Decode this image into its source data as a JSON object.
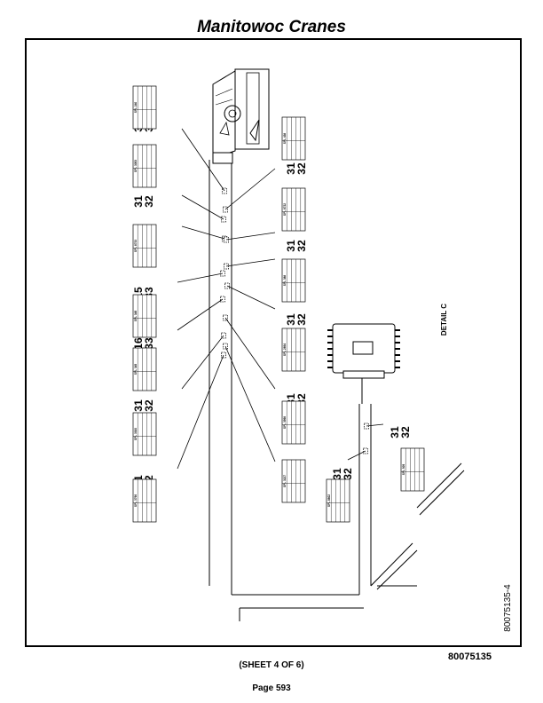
{
  "header": {
    "title": "Manitowoc Cranes"
  },
  "diagram": {
    "detail_label": "DETAIL C",
    "drawing_number_vertical": "80075135-4",
    "connectors": [
      {
        "id": "c1",
        "pins": [
          "31",
          "32"
        ],
        "label": "SPL 240"
      },
      {
        "id": "c2",
        "pins": [
          "31",
          "32"
        ],
        "label": "SPL 3093"
      },
      {
        "id": "c3",
        "pins": [
          "31",
          "32"
        ],
        "label": "SPL 8733"
      },
      {
        "id": "c4",
        "pins": [
          "15",
          "33"
        ],
        "label": "SPL 349"
      },
      {
        "id": "c5",
        "pins": [
          "16",
          "33"
        ],
        "label": "SPL 345"
      },
      {
        "id": "c6",
        "pins": [
          "31",
          "32"
        ],
        "label": "SPL 3300"
      },
      {
        "id": "c7",
        "pins": [
          "31",
          "32"
        ],
        "label": "SPL 3796"
      },
      {
        "id": "c8",
        "pins": [
          "31",
          "32"
        ],
        "label": "SPL 438"
      },
      {
        "id": "c9",
        "pins": [
          "31",
          "32"
        ],
        "label": "SPL 8722"
      },
      {
        "id": "c10",
        "pins": [
          "31",
          "32"
        ],
        "label": "SPL 388"
      },
      {
        "id": "c11",
        "pins": [
          "31",
          "32"
        ],
        "label": "SPL 2894"
      },
      {
        "id": "c12",
        "pins": [
          "31",
          "32"
        ],
        "label": "SPL 3998"
      },
      {
        "id": "c13",
        "pins": [
          "31",
          "32"
        ],
        "label": "SPL 3227"
      },
      {
        "id": "c14",
        "pins": [
          "31",
          "32"
        ],
        "label": "SPL 8802"
      },
      {
        "id": "c15",
        "pins": [
          "31",
          "32"
        ],
        "label": "SPL 509"
      }
    ]
  },
  "footer": {
    "doc_number": "80075135",
    "sheet": "(SHEET 4 OF 6)",
    "page": "Page 593"
  }
}
